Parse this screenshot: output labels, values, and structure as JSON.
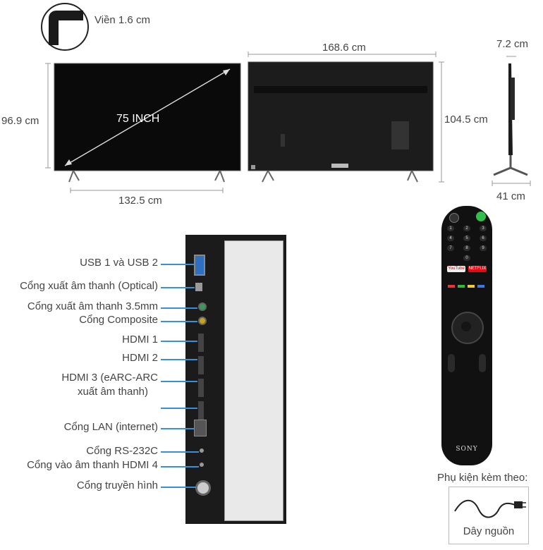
{
  "dimensions": {
    "bezel": "Viền 1.6 cm",
    "front_diagonal": "75 INCH",
    "front_height": "96.9 cm",
    "front_stand_width": "132.5 cm",
    "back_width": "168.6 cm",
    "back_height": "104.5 cm",
    "side_depth": "7.2 cm",
    "side_stand_depth": "41 cm"
  },
  "ports": [
    {
      "label": "USB 1 và USB 2"
    },
    {
      "label": "Cổng xuất âm thanh (Optical)"
    },
    {
      "label": "Cổng xuất âm thanh 3.5mm"
    },
    {
      "label": "Cổng Composite"
    },
    {
      "label": "HDMI 1"
    },
    {
      "label": "HDMI 2"
    },
    {
      "label": "HDMI 3 (eARC-ARC"
    },
    {
      "label": "xuất âm thanh)"
    },
    {
      "label": "Cổng LAN (internet)"
    },
    {
      "label": "Cổng RS-232C"
    },
    {
      "label": "Cổng vào âm thanh HDMI 4"
    },
    {
      "label": "Cổng truyền hình"
    }
  ],
  "remote": {
    "brand": "SONY",
    "apps": [
      "YouTube",
      "NETFLIX"
    ],
    "keys": [
      "1",
      "2",
      "3",
      "4",
      "5",
      "6",
      "7",
      "8",
      "9",
      "0"
    ]
  },
  "accessories": {
    "title": "Phụ kiện kèm theo:",
    "item": "Dây nguồn"
  }
}
